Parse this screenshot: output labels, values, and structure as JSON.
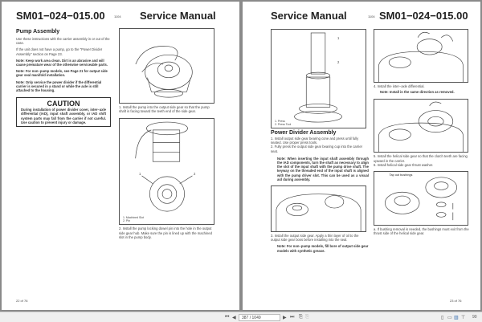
{
  "left_page": {
    "doc_code": "SM01−024−015.00",
    "revision": "1104",
    "title": "Service Manual",
    "section": "Pump Assembly",
    "paragraphs": [
      "Use these instructions with the carrier assembly in or out of the case.",
      "If the unit does not have a pump, go to the \"Power Divider Assembly\" section on Page 23."
    ],
    "notes": [
      "Note:  Keep work area clean.  Dirt is an abrasive and will cause premature wear of the otherwise serviceable parts.",
      "Note:  For non−pump models, see Page 21 for output side gear seal manifold installation.",
      "Note:  Only service the power divider if the differential carrier is secured in a stand or while the axle is still attached to the housing."
    ],
    "caution_title": "CAUTION",
    "caution_text": "During installation of power divider cover, inter−axle differential (IAD), input shaft assembly, or IAD shift system parts may fall from the carrier if not careful.  Use caution to prevent injury or damage.",
    "step1": "1.   Install the pump into the output side gear so that the pump shaft is facing toward the teeth end of the side gear.",
    "fig2_legend": [
      "1.   Machined Slot",
      "2.   Pin"
    ],
    "fig2_callouts": [
      "1",
      "2"
    ],
    "step2": "2.   Install the pump locking dowel pin into the hole in the output side gear hub.  Make sure the pin is lined up with the machined slot in the pump body.",
    "footer": "22 of 76"
  },
  "right_page": {
    "title": "Service Manual",
    "revision": "1104",
    "doc_code": "SM01−024−015.00",
    "fig1_legend": [
      "1.   Press",
      "2.   Press Tool"
    ],
    "fig1_callouts": [
      "1",
      "2"
    ],
    "section": "Power Divider Assembly",
    "steps_a": [
      "1.   Install output side gear bearing cone and press until fully seated.  Use proper press tools.",
      "2.   Fully press the output side gear bearing cup into the carrier seat."
    ],
    "note1": "Note:  When inserting the input shaft assembly through the IAD components, turn the shaft as necessary to align the slot of the input shaft with the pump drive shaft.  The keyway on the threaded end of the input shaft is aligned with the pump driver slot.  This can be used as a visual aid during assembly.",
    "step3": "3.   Install the output side gear.  Apply a thin layer of oil to the output side gear boss before installing into the seal.",
    "note2": "Note:  For non−pump models, fill bore of output side gear models with synthetic grease.",
    "step4": "4.   Install the inter−axle differential.",
    "note3": "Note:  Install in the same direction as removed.",
    "step5": "5.   Install the helical side gear so that the clutch teeth are facing upward in the carrier.",
    "step6": "6.   Install helical side gear thrust washer.",
    "fig_label": "Tap out bushings",
    "step_a": "a.   If bushing removal is needed, the bushings must exit from the thrust side of the helical side gear.",
    "footer": "23 of 76"
  },
  "toolbar": {
    "page_field": "387 / 1049",
    "zoom": "90"
  }
}
